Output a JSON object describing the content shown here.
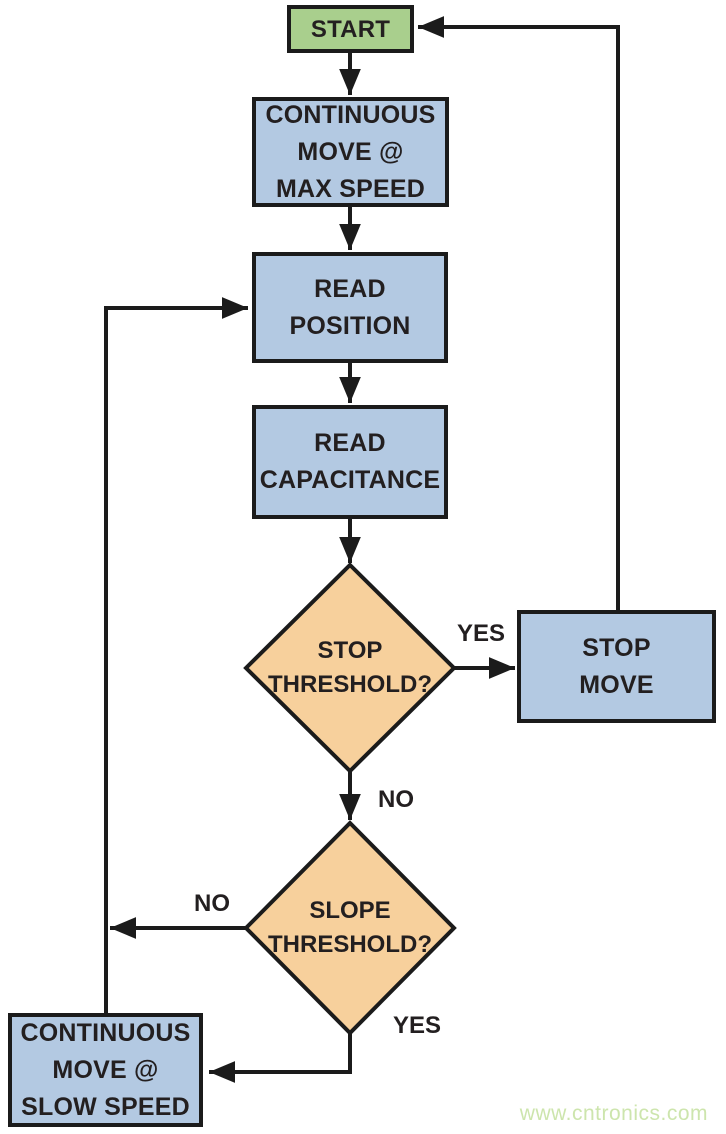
{
  "diagram": {
    "type": "flowchart",
    "nodes": {
      "start": {
        "label": "START",
        "shape": "rect",
        "role": "terminal"
      },
      "continuous_move_max": {
        "label": "CONTINUOUS\nMOVE @\nMAX SPEED",
        "shape": "rect",
        "role": "process"
      },
      "read_position": {
        "label": "READ\nPOSITION",
        "shape": "rect",
        "role": "process"
      },
      "read_capacitance": {
        "label": "READ\nCAPACITANCE",
        "shape": "rect",
        "role": "process"
      },
      "stop_threshold": {
        "label": "STOP\nTHRESHOLD?",
        "shape": "diamond",
        "role": "decision"
      },
      "stop_move": {
        "label": "STOP\nMOVE",
        "shape": "rect",
        "role": "process"
      },
      "slope_threshold": {
        "label": "SLOPE\nTHRESHOLD?",
        "shape": "diamond",
        "role": "decision"
      },
      "continuous_move_slow": {
        "label": "CONTINUOUS\nMOVE @\nSLOW SPEED",
        "shape": "rect",
        "role": "process"
      }
    },
    "edge_labels": {
      "stop_yes": "YES",
      "stop_no": "NO",
      "slope_no": "NO",
      "slope_yes": "YES"
    },
    "edges": [
      {
        "from": "start",
        "to": "continuous_move_max"
      },
      {
        "from": "continuous_move_max",
        "to": "read_position"
      },
      {
        "from": "read_position",
        "to": "read_capacitance"
      },
      {
        "from": "read_capacitance",
        "to": "stop_threshold"
      },
      {
        "from": "stop_threshold",
        "to": "stop_move",
        "label": "YES"
      },
      {
        "from": "stop_move",
        "to": "start"
      },
      {
        "from": "stop_threshold",
        "to": "slope_threshold",
        "label": "NO"
      },
      {
        "from": "slope_threshold",
        "to": "read_position",
        "label": "NO"
      },
      {
        "from": "slope_threshold",
        "to": "continuous_move_slow",
        "label": "YES"
      },
      {
        "from": "continuous_move_slow",
        "to": "read_position"
      }
    ],
    "colors": {
      "terminal_fill": "#a9cf8d",
      "process_fill": "#b3c9e2",
      "decision_fill": "#f7d09c",
      "stroke": "#1b1b1b",
      "text": "#231f20",
      "watermark": "#cde5ad"
    }
  },
  "watermark": {
    "text": "www.cntronics.com"
  }
}
